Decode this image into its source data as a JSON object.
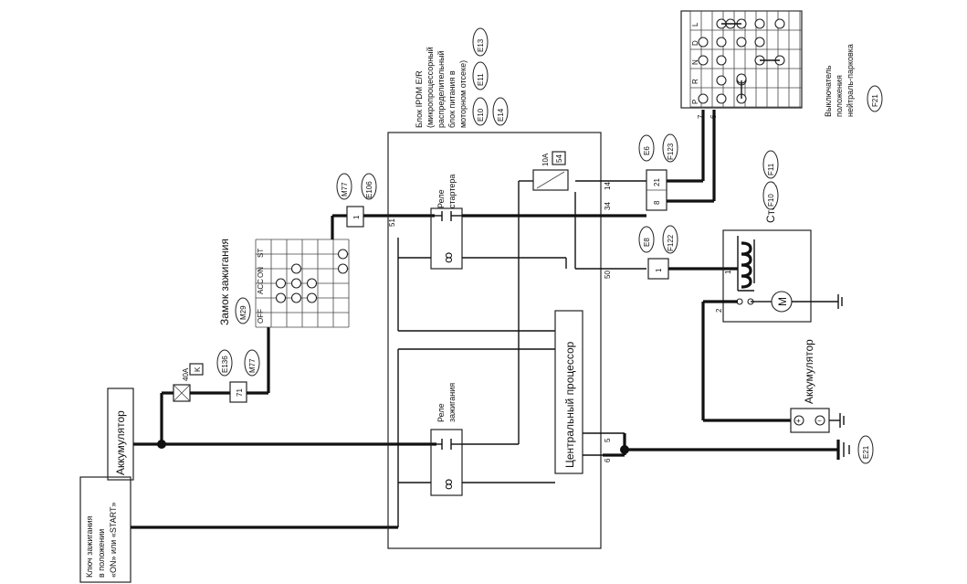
{
  "labels": {
    "ignition_key": [
      "Ключ зажигания",
      "в положении",
      "«ON» или «START»"
    ],
    "battery_box": "Аккумулятор",
    "fuse_40a": "40A",
    "fuse_40a_code": "K",
    "conn_e136": "E136",
    "conn_m77_a": "M77",
    "pin_71": "71",
    "ignition_switch_title": "Замок зажигания",
    "ignition_switch_code": "M29",
    "ign_cols": [
      "OFF",
      "ACC",
      "ON",
      "ST"
    ],
    "conn_m77_b": "M77",
    "conn_e106": "E106",
    "pin_1_m77": "1",
    "ipom_title": [
      "Блок IPDM E/R",
      "(микропроцессорный",
      "распределительный",
      "блок питания в",
      "моторном отсеке)"
    ],
    "ipom_codes": [
      "E10",
      "E11",
      "E13",
      "E14"
    ],
    "starter_relay": [
      "Реле",
      "стартера"
    ],
    "ignition_relay": [
      "Реле",
      "зажигания"
    ],
    "cpu": "Центральный процессор",
    "fuse_10a": "10A",
    "fuse_10a_code": "54",
    "pins_ipdm": [
      "51",
      "34",
      "14",
      "50",
      "5",
      "6"
    ],
    "conn_e6": "E6",
    "conn_f123": "F123",
    "pins_e6": [
      "21",
      "8"
    ],
    "conn_e8": "E8",
    "conn_f122": "F122",
    "pin_e8": "1",
    "starter_title": "Стартер",
    "starter_codes": [
      "F10",
      "F11"
    ],
    "starter_pins": [
      "1",
      "2"
    ],
    "motor": "M",
    "battery_label": "Аккумулятор",
    "ground_code": "E21",
    "park_switch": [
      "Выключатель",
      "положения",
      "нейтраль-парковка"
    ],
    "park_switch_code": "F21",
    "gear_rows": [
      "P",
      "R",
      "N",
      "D",
      "L"
    ],
    "park_pins": [
      "7",
      "6"
    ]
  }
}
